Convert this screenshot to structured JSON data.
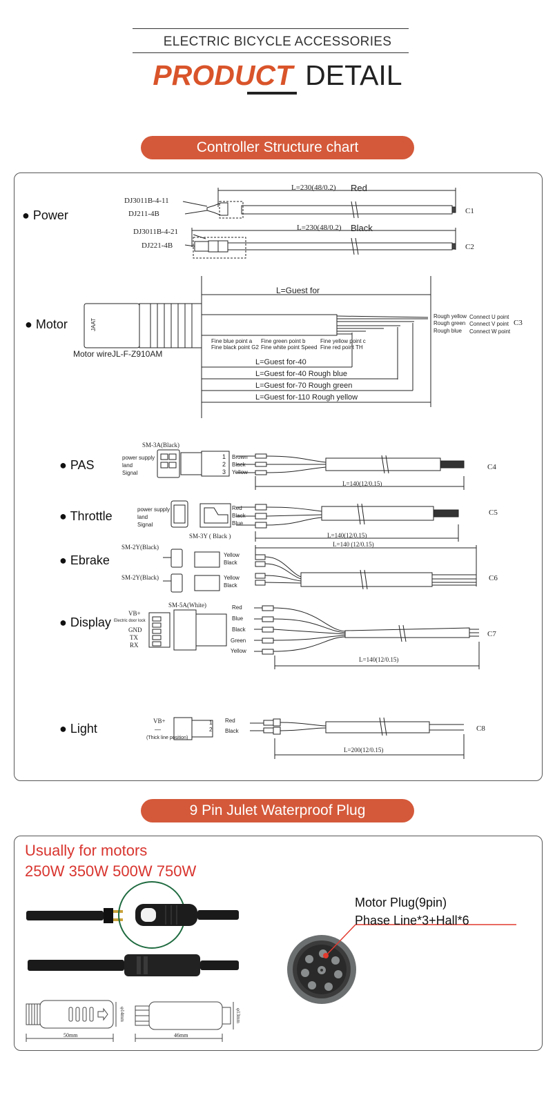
{
  "header": {
    "subtitle": "ELECTRIC BICYCLE ACCESSORIES",
    "title_a": "PRODUCT",
    "title_b": "DETAIL"
  },
  "section1": {
    "pill": "Controller  Structure chart",
    "power": {
      "label": "Power",
      "red_len": "L=230(48/0.2)",
      "red_color": "Red",
      "black_len": "L=230(48/0.2)",
      "black_color": "Black",
      "part1": "DJ3011B-4-11",
      "part2": "DJ211-4B",
      "part3": "DJ3011B-4-21",
      "part4": "DJ221-4B",
      "c1": "C1",
      "c2": "C2"
    },
    "motor": {
      "label": "Motor",
      "len": "L=Guest for",
      "wire": "Motor wireJL-F-Z910AM",
      "brand": "JAAT",
      "rough_yellow": "Rough yellow",
      "rough_green": "Rough green",
      "rough_blue": "Rough blue",
      "connect_u": "Connect U point",
      "connect_v": "Connect V point",
      "connect_w": "Connect W point",
      "c3": "C3",
      "fine_a1": "Fine blue point a",
      "fine_a2": "Fine black point G2",
      "fine_b1": "Fine green point b",
      "fine_b2": "Fine white point Speed",
      "fine_c1": "Fine yellow point c",
      "fine_c2": "Fine red point TH",
      "dims": [
        "L=Guest for-40",
        "L=Guest for-40 Rough blue",
        "L=Guest for-70 Rough green",
        "L=Guest for-110 Rough yellow"
      ]
    },
    "pas": {
      "label": "PAS",
      "connector": "SM-3A(Black)",
      "pins": [
        "power supply",
        "land",
        "Signal"
      ],
      "nums": [
        "1",
        "2",
        "3"
      ],
      "colors": [
        "Brown",
        "Black",
        "Yellow"
      ],
      "len": "L=140(12/0.15)",
      "code": "C4"
    },
    "throttle": {
      "label": "Throttle",
      "connector": "SM-3Y ( Black )",
      "pins": [
        "power supply",
        "land",
        "Signal"
      ],
      "colors": [
        "Red",
        "Black",
        "Blue"
      ],
      "len": "L=140(12/0.15)",
      "code": "C5"
    },
    "ebrake": {
      "label": "Ebrake",
      "connector1": "SM-2Y(Black)",
      "connector2": "SM-2Y(Black)",
      "colors1": [
        "Yellow",
        "Black"
      ],
      "colors2": [
        "Yellow",
        "Black"
      ],
      "len": "L=140 (12/0.15)",
      "code": "C6"
    },
    "display": {
      "label": "Display",
      "connector": "SM-5A(White)",
      "pins": [
        "VB+",
        "Electric door lock",
        "GND",
        "TX",
        "RX"
      ],
      "colors": [
        "Red",
        "Blue",
        "Black",
        "Green",
        "Yellow"
      ],
      "len": "L=140(12/0.15)",
      "code": "C7"
    },
    "light": {
      "label": "Light",
      "pins": [
        "VB+",
        "—"
      ],
      "note": "(Thick line position)",
      "nums": [
        "1",
        "2"
      ],
      "colors": [
        "Red",
        "Black"
      ],
      "len": "L=200(12/0.15)",
      "code": "C8"
    }
  },
  "section2": {
    "pill": "9 Pin  Julet  Waterproof Plug",
    "usage1": "Usually for motors",
    "usage2": "250W 350W 500W 750W",
    "plug1": "Motor Plug(9pin)",
    "plug2": "Phase Line*3+Hall*6",
    "dim_a": "50mm",
    "dim_b": "46mm",
    "dim_c": "φ14mm",
    "dim_d": "φ13mm"
  },
  "colors": {
    "accent": "#d4593a",
    "red_text": "#d8342e",
    "ring": "#1f6b40"
  }
}
